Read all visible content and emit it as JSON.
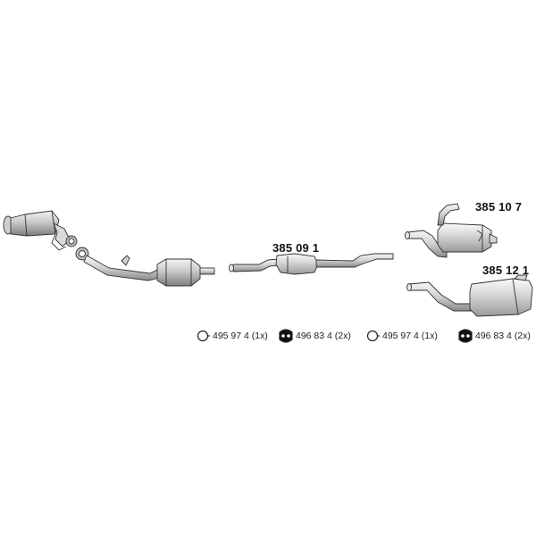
{
  "parts": [
    {
      "id": "pipe-middle",
      "number": "385 09 1"
    },
    {
      "id": "rear-muffler-a",
      "number": "385 10 7"
    },
    {
      "id": "rear-muffler-b",
      "number": "385 12 1"
    }
  ],
  "legend": [
    {
      "icon": "clamp-ring-icon",
      "label": "495 97 4 (1x)"
    },
    {
      "icon": "rubber-hanger-icon",
      "label": "496 83 4 (2x)"
    },
    {
      "icon": "clamp-ring-icon",
      "label": "495 97 4 (1x)"
    },
    {
      "icon": "rubber-hanger-icon",
      "label": "496 83 4 (2x)"
    }
  ],
  "colors": {
    "line": "#333333",
    "shade_light": "#e6e6e6",
    "shade_mid": "#bdbdbd",
    "shade_dark": "#8c8c8c"
  }
}
